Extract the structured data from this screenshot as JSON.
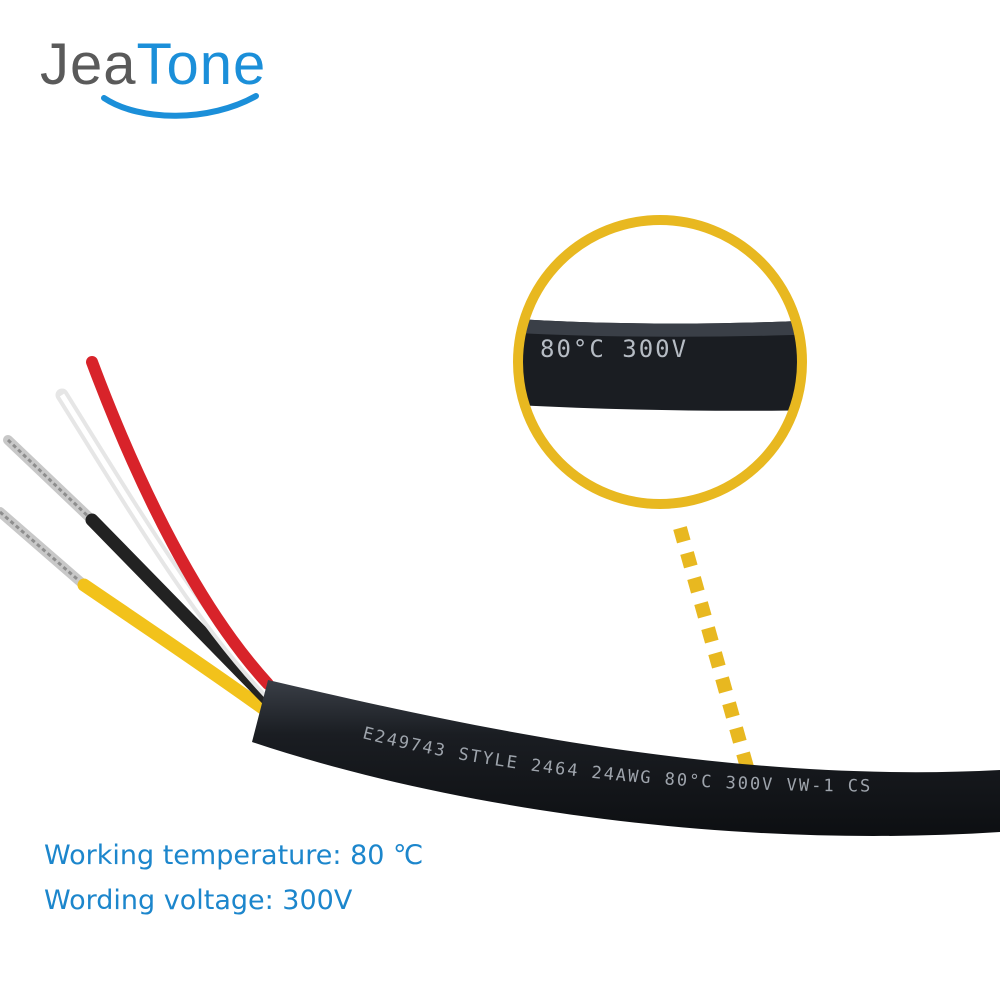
{
  "logo": {
    "part1": "Jea",
    "part2": "Tone",
    "brand_color": "#1b8fd9",
    "gray": "#5a5a5a"
  },
  "cable": {
    "jacket_text": "E249743  STYLE  2464  24AWG  80°C  300V  VW-1  CS",
    "wire_colors": [
      "#d8232a",
      "#f4f4f4",
      "#222222",
      "#f2c21b"
    ],
    "jacket_color": "#1a1d22"
  },
  "zoom": {
    "text": "80°C   300V",
    "ring_color": "#e8b820"
  },
  "specs": {
    "temperature": "Working temperature: 80 ℃",
    "voltage": "Wording voltage: 300V"
  }
}
